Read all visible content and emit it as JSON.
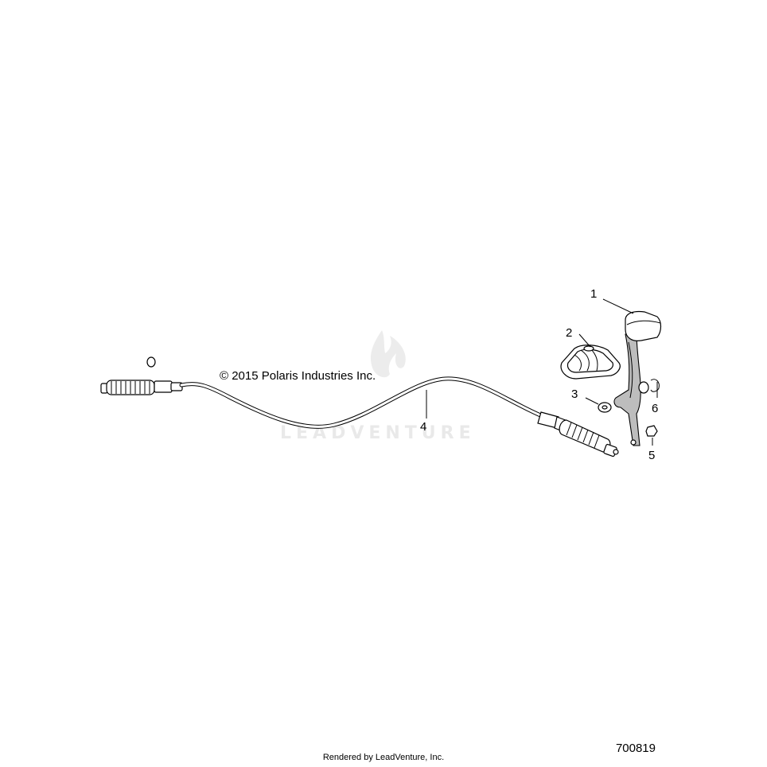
{
  "copyright": "© 2015 Polaris Industries Inc.",
  "watermark": "LEADVENTURE",
  "footer": {
    "credit": "Rendered by LeadVenture, Inc.",
    "drawing_number": "700819"
  },
  "callouts": [
    {
      "id": "callout-1",
      "label": "1"
    },
    {
      "id": "callout-2",
      "label": "2"
    },
    {
      "id": "callout-3",
      "label": "3"
    },
    {
      "id": "callout-4",
      "label": "4"
    },
    {
      "id": "callout-5",
      "label": "5"
    },
    {
      "id": "callout-6",
      "label": "6"
    }
  ]
}
